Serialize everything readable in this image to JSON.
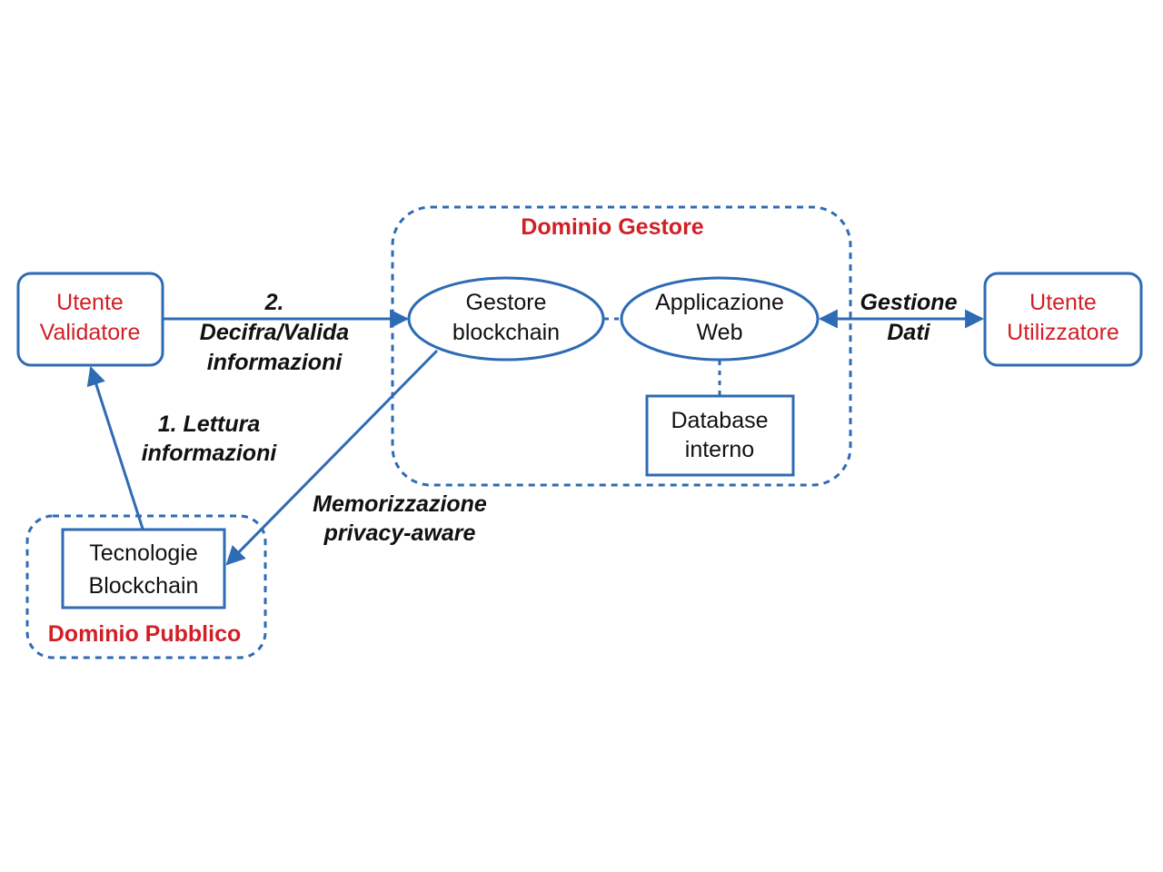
{
  "domains": {
    "gestore": "Dominio Gestore",
    "pubblico": "Dominio Pubblico"
  },
  "nodes": {
    "validatore": {
      "line1": "Utente",
      "line2": "Validatore"
    },
    "utilizzatore": {
      "line1": "Utente",
      "line2": "Utilizzatore"
    },
    "gestore_blockchain": {
      "line1": "Gestore",
      "line2": "blockchain"
    },
    "applicazione_web": {
      "line1": "Applicazione",
      "line2": "Web"
    },
    "database": {
      "line1": "Database",
      "line2": "interno"
    },
    "tecnologie": {
      "line1": "Tecnologie",
      "line2": "Blockchain"
    }
  },
  "edges": {
    "decifra": {
      "line1": "2.",
      "line2": "Decifra/Valida",
      "line3": "informazioni"
    },
    "lettura": {
      "line1": "1. Lettura",
      "line2": "informazioni"
    },
    "memorizzazione": {
      "line1": "Memorizzazione",
      "line2": "privacy-aware"
    },
    "gestione": {
      "line1": "Gestione",
      "line2": "Dati"
    }
  },
  "colors": {
    "stroke": "#2e6bb5",
    "domain_label": "#d21f26",
    "text": "#111111"
  }
}
